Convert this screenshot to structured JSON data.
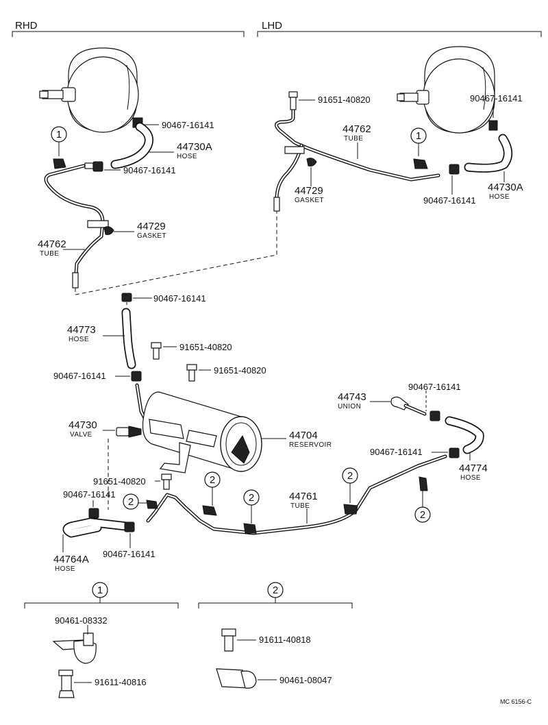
{
  "headers": {
    "rhd": "RHD",
    "lhd": "LHD"
  },
  "callouts": {
    "rhd_clamp_1": "1",
    "lhd_clamp_1": "1",
    "c2_a": "2",
    "c2_b": "2",
    "c2_c": "2",
    "c2_d": "2",
    "c2_e": "2",
    "detail1": "1",
    "detail2": "2"
  },
  "labels": {
    "rhd_clip_top": "90467-16141",
    "rhd_hose_num": "44730A",
    "rhd_hose_name": "HOSE",
    "rhd_clip_mid": "90467-16141",
    "rhd_gasket_num": "44729",
    "rhd_gasket_name": "GASKET",
    "rhd_tube_num": "44762",
    "rhd_tube_name": "TUBE",
    "lhd_bolt": "91651-40820",
    "lhd_clip_top": "90467-16141",
    "lhd_tube_num": "44762",
    "lhd_tube_name": "TUBE",
    "lhd_gasket_num": "44729",
    "lhd_gasket_name": "GASKET",
    "lhd_clip_low": "90467-16141",
    "lhd_hose_num": "44730A",
    "lhd_hose_name": "HOSE",
    "clip_center_top": "90467-16141",
    "hose_44773_num": "44773",
    "hose_44773_name": "HOSE",
    "bolt_a": "91651-40820",
    "bolt_b": "91651-40820",
    "clip_res_left": "90467-16141",
    "union_num": "44743",
    "union_name": "UNION",
    "clip_union": "90467-16141",
    "valve_num": "44730",
    "valve_name": "VALVE",
    "res_num": "44704",
    "res_name": "RESERVOIR",
    "clip_right": "90467-16141",
    "hose_44774_num": "44774",
    "hose_44774_name": "HOSE",
    "bolt_c": "91651-40820",
    "clip_low_left": "90467-16141",
    "tube_44761_num": "44761",
    "tube_44761_name": "TUBE",
    "hose_44764a_num": "44764A",
    "hose_44764a_name": "HOSE",
    "clip_low_right": "90467-16141",
    "d1_clamp": "90461-08332",
    "d1_bolt": "91611-40816",
    "d2_bolt": "91611-40818",
    "d2_clamp": "90461-08047",
    "code": "MC 6156-C"
  }
}
